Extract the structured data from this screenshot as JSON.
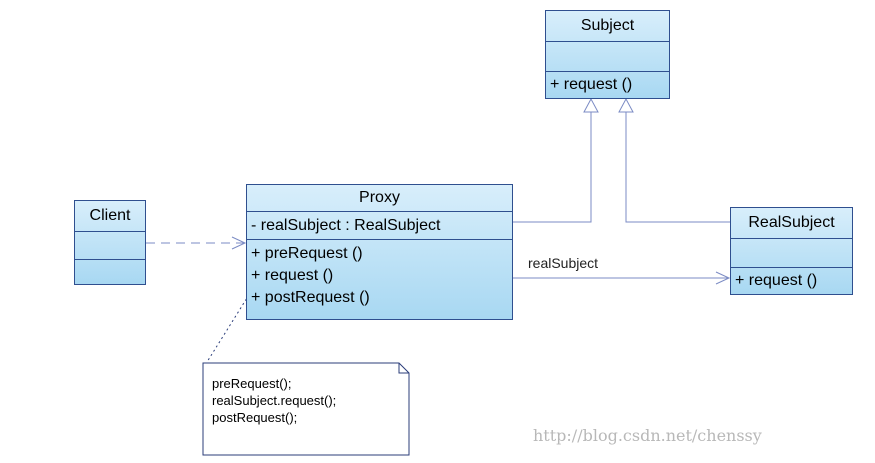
{
  "classes": {
    "subject": {
      "name": "Subject",
      "attributes": [],
      "operations": [
        "+ request ()"
      ]
    },
    "proxy": {
      "name": "Proxy",
      "attributes": [
        "- realSubject : RealSubject"
      ],
      "operations": [
        "+ preRequest ()",
        "+ request ()",
        "+ postRequest ()"
      ]
    },
    "client": {
      "name": "Client",
      "attributes": [],
      "operations": []
    },
    "real_subject": {
      "name": "RealSubject",
      "attributes": [],
      "operations": [
        "+ request ()"
      ]
    }
  },
  "associations": {
    "proxy_to_real_subject": "realSubject"
  },
  "note": {
    "lines": [
      "preRequest();",
      "realSubject.request();",
      "postRequest();"
    ]
  },
  "colors": {
    "line": "#7b8bc4",
    "box_border": "#2f4f8f",
    "box_fill_top": "#d8eefb",
    "box_fill_bottom": "#a8d8f2"
  },
  "watermark": "http://blog.csdn.net/chenssy"
}
